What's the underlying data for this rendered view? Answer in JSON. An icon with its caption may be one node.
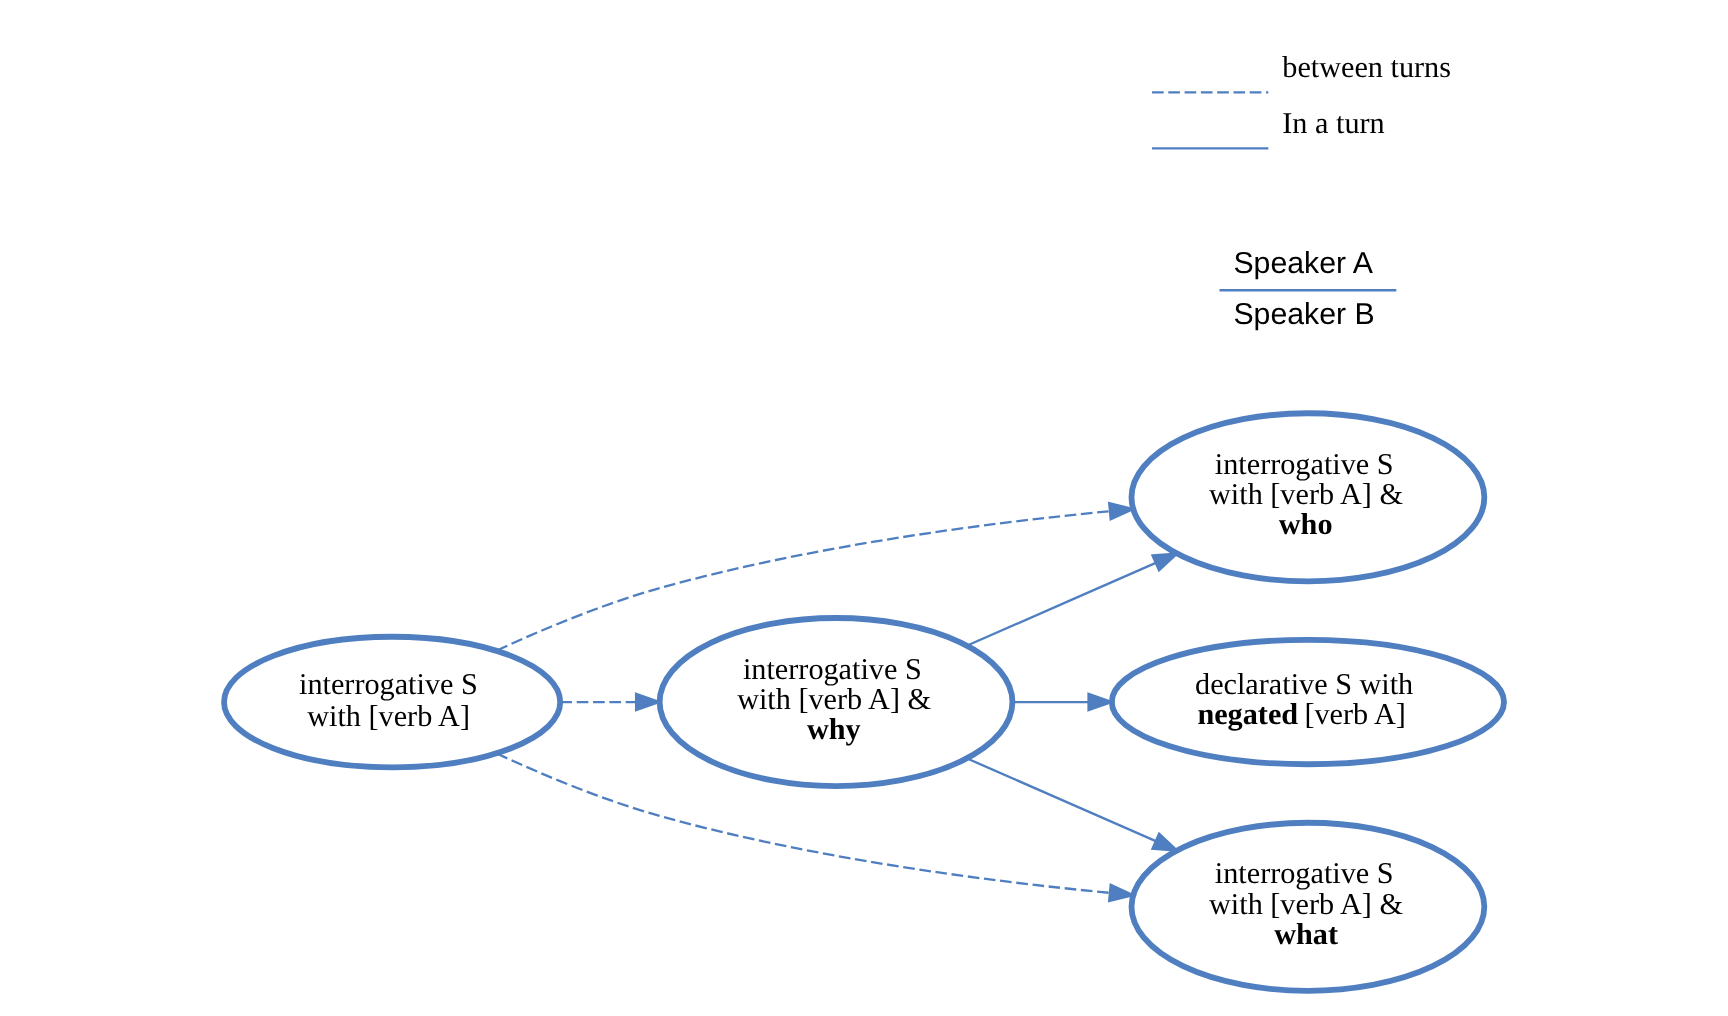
{
  "diagram": {
    "nodes": [
      {
        "text": [
          "interrogative S with [verb A]"
        ]
      },
      {
        "text": [
          "interrogative S with [verb A] & **why**"
        ]
      },
      {
        "text": [
          "interrogative S with [verb A] & **who**"
        ]
      },
      {
        "text": [
          "interrogative S with [verb A] & **what**"
        ]
      },
      {
        "text": [
          "declarative S with **negated** [verb A]"
        ]
      }
    ],
    "edges": [
      {
        "from": 0,
        "to": 1,
        "arrow": "to",
        "style": "dashed"
      },
      {
        "from": 0,
        "to": 2,
        "arrow": "to",
        "style": "dashed"
      },
      {
        "from": 0,
        "to": 3,
        "arrow": "to",
        "style": "dashed"
      },
      {
        "from": 1,
        "to": 2,
        "arrow": "to"
      },
      {
        "from": 1,
        "to": 3,
        "arrow": "to"
      },
      {
        "from": 1,
        "to": 4,
        "arrow": "to"
      }
    ],
    "labels": [
      "Speaker A",
      "Speaker B"
    ],
    "legend": [
      {
        "text": "between turns"
      },
      {
        "text": "In a turn"
      }
    ]
  }
}
